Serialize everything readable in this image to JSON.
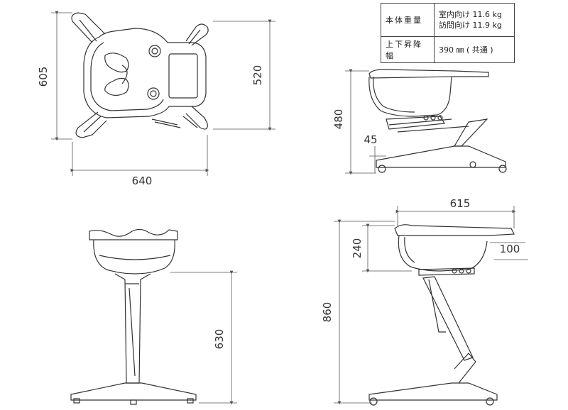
{
  "spec_table": {
    "weight_label": "本体重量",
    "weight_indoor": "室内向け 11.6 kg",
    "weight_visit": "訪問向け 11.9 kg",
    "lift_label": "上下昇降幅",
    "lift_value": "390 ㎜ ( 共通 )"
  },
  "dimensions": {
    "top_depth": "605",
    "top_width": "640",
    "top_inner": "520",
    "side_height": "480",
    "side_base": "45",
    "front_height": "630",
    "side2_width": "615",
    "side2_bowl": "240",
    "side2_offset": "100",
    "side2_height": "860"
  },
  "colors": {
    "line": "#333333",
    "dim_line": "#555555",
    "fill": "#ffffff"
  }
}
